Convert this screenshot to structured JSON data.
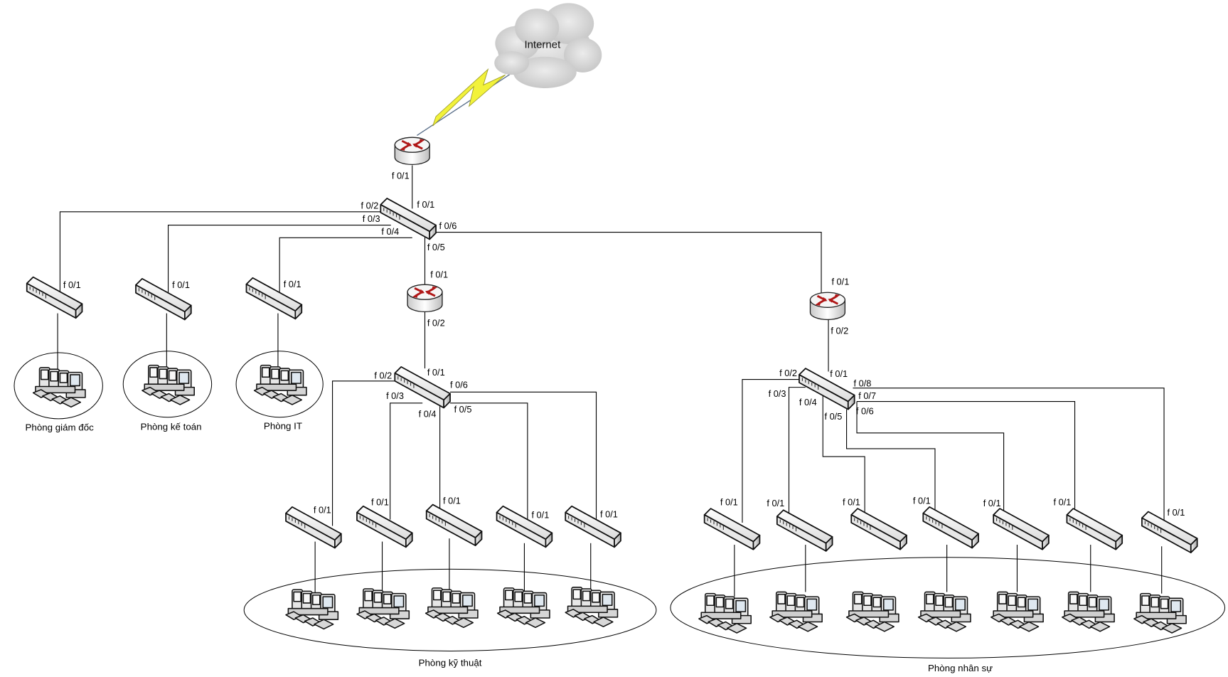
{
  "diagram": {
    "title": "Network topology",
    "internet": {
      "label": "Internet",
      "icon": "cloud-icon",
      "link_icon": "lightning-bolt-icon"
    },
    "colors": {
      "router_arrow": "#b01818",
      "lightning": "#f2f23a",
      "cloud": "#d8d8d8",
      "wire": "#000000"
    },
    "edge_router": {
      "icon": "router-icon",
      "port": "f 0/1"
    },
    "core_switch": {
      "icon": "switch-icon",
      "ports": {
        "uplink": "f 0/1",
        "p2": "f 0/2",
        "p3": "f 0/3",
        "p4": "f 0/4",
        "p5": "f 0/5",
        "p6": "f 0/6"
      }
    },
    "small_departments": [
      {
        "name": "Phòng giám đốc",
        "switch_port": "f 0/1"
      },
      {
        "name": "Phòng kế toán",
        "switch_port": "f 0/1"
      },
      {
        "name": "Phòng IT",
        "switch_port": "f 0/1"
      }
    ],
    "ky_thuat": {
      "name": "Phòng kỹ thuật",
      "router": {
        "port_in": "f 0/1",
        "port_out": "f 0/2"
      },
      "switch": {
        "uplink": "f 0/1",
        "ports": [
          "f 0/2",
          "f 0/3",
          "f 0/4",
          "f 0/5",
          "f 0/6"
        ]
      },
      "access_switches": [
        {
          "port": "f 0/1"
        },
        {
          "port": "f 0/1"
        },
        {
          "port": "f 0/1"
        },
        {
          "port": "f 0/1"
        },
        {
          "port": "f 0/1"
        }
      ]
    },
    "nhan_su": {
      "name": "Phòng nhân sự",
      "router": {
        "port_in": "f 0/1",
        "port_out": "f 0/2"
      },
      "switch": {
        "uplink": "f 0/1",
        "ports": [
          "f 0/2",
          "f 0/3",
          "f 0/4",
          "f 0/5",
          "f 0/6",
          "f 0/7",
          "f 0/8"
        ]
      },
      "access_switches": [
        {
          "port": "f 0/1"
        },
        {
          "port": "f 0/1"
        },
        {
          "port": "f 0/1"
        },
        {
          "port": "f 0/1"
        },
        {
          "port": "f 0/1"
        },
        {
          "port": "f 0/1"
        },
        {
          "port": "f 0/1"
        }
      ]
    }
  }
}
